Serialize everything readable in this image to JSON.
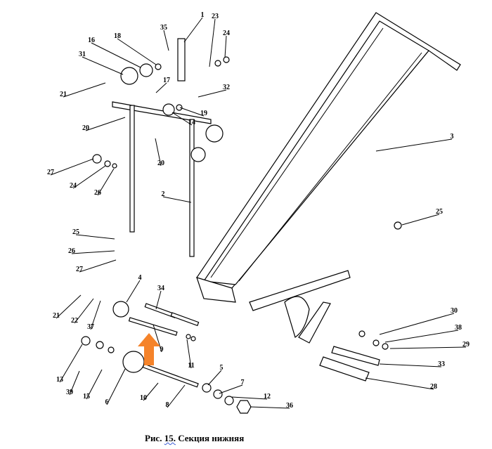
{
  "figure": {
    "caption_prefix": "Рис.",
    "caption_number": "15.",
    "caption_title": "Секция нижняя"
  },
  "part_labels": [
    "1",
    "23",
    "35",
    "24",
    "18",
    "16",
    "31",
    "17",
    "32",
    "21",
    "19",
    "14",
    "20",
    "20",
    "3",
    "27",
    "24",
    "26",
    "2",
    "25",
    "25",
    "26",
    "27",
    "4",
    "34",
    "21",
    "22",
    "37",
    "30",
    "38",
    "9",
    "11",
    "29",
    "33",
    "13",
    "5",
    "7",
    "28",
    "39",
    "15",
    "6",
    "12",
    "10",
    "8",
    "36"
  ],
  "colors": {
    "arrow": "#f5832a",
    "line": "#000000",
    "caption_underline": "#3a5bd6"
  }
}
